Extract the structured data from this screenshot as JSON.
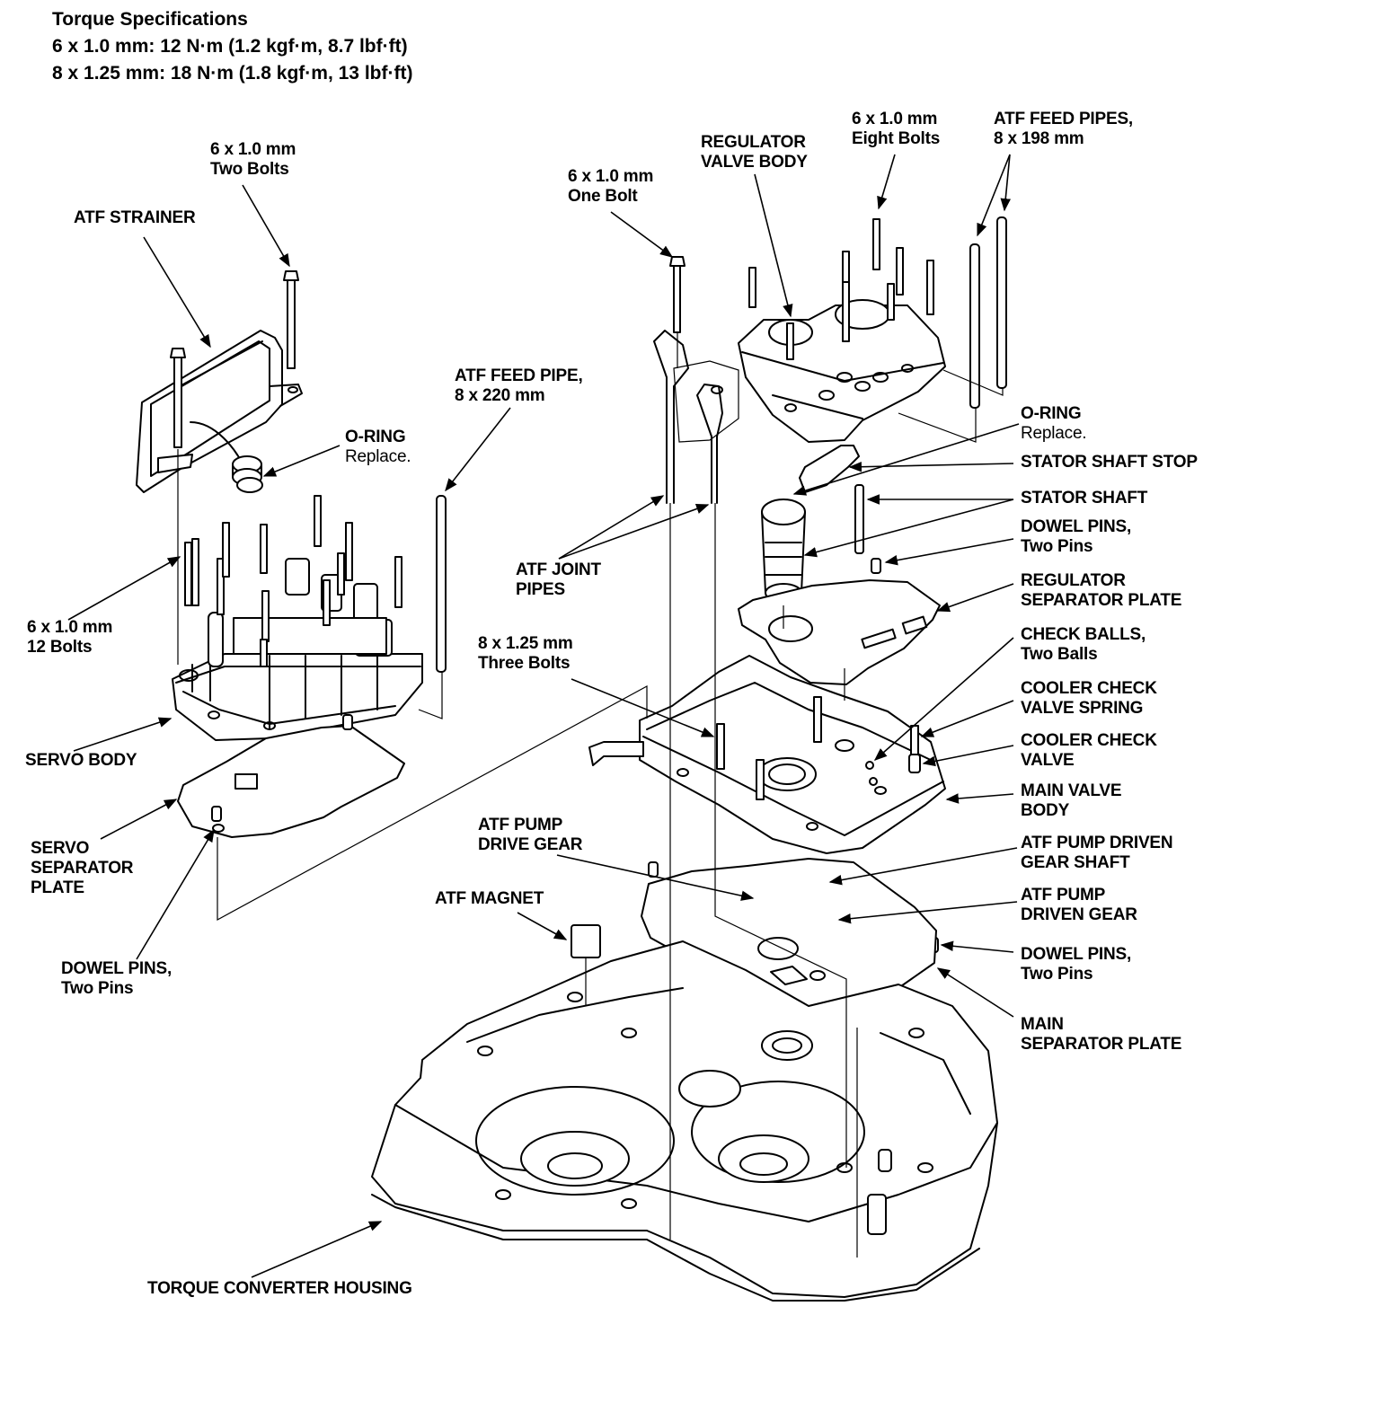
{
  "torque": {
    "title": "Torque Specifications",
    "line1": "6 x 1.0 mm: 12 N·m (1.2 kgf·m, 8.7 lbf·ft)",
    "line2": "8 x 1.25 mm: 18 N·m (1.8 kgf·m, 13 lbf·ft)"
  },
  "labels": {
    "two_bolts": [
      "6 x 1.0 mm",
      "Two Bolts"
    ],
    "atf_strainer": [
      "ATF STRAINER"
    ],
    "o_ring_left": [
      "O-RING",
      "Replace."
    ],
    "feed_pipe_220": [
      "ATF FEED PIPE,",
      "8 x 220 mm"
    ],
    "twelve_bolts": [
      "6 x 1.0 mm",
      "12 Bolts"
    ],
    "servo_body": [
      "SERVO BODY"
    ],
    "servo_separator_plate": [
      "SERVO",
      "SEPARATOR",
      "PLATE"
    ],
    "dowel_pins_left": [
      "DOWEL PINS,",
      "Two Pins"
    ],
    "one_bolt": [
      "6 x 1.0 mm",
      "One Bolt"
    ],
    "regulator_valve_body": [
      "REGULATOR",
      "VALVE BODY"
    ],
    "eight_bolts": [
      "6 x 1.0 mm",
      "Eight Bolts"
    ],
    "feed_pipes_198": [
      "ATF FEED PIPES,",
      "8 x 198 mm"
    ],
    "o_ring_right": [
      "O-RING",
      "Replace."
    ],
    "stator_shaft_stop": [
      "STATOR SHAFT STOP"
    ],
    "stator_shaft": [
      "STATOR SHAFT"
    ],
    "dowel_pins_upper": [
      "DOWEL PINS,",
      "Two Pins"
    ],
    "regulator_separator_plate": [
      "REGULATOR",
      "SEPARATOR PLATE"
    ],
    "atf_joint_pipes": [
      "ATF JOINT",
      "PIPES"
    ],
    "three_bolts": [
      "8 x 1.25 mm",
      "Three Bolts"
    ],
    "check_balls": [
      "CHECK BALLS,",
      "Two Balls"
    ],
    "cooler_check_valve_spring": [
      "COOLER CHECK",
      "VALVE SPRING"
    ],
    "cooler_check_valve": [
      "COOLER CHECK",
      "VALVE"
    ],
    "main_valve_body": [
      "MAIN VALVE",
      "BODY"
    ],
    "atf_pump_drive_gear": [
      "ATF PUMP",
      "DRIVE GEAR"
    ],
    "atf_pump_driven_gear_shaft": [
      "ATF PUMP DRIVEN",
      "GEAR SHAFT"
    ],
    "atf_magnet": [
      "ATF MAGNET"
    ],
    "atf_pump_driven_gear": [
      "ATF PUMP",
      "DRIVEN GEAR"
    ],
    "dowel_pins_lower": [
      "DOWEL PINS,",
      "Two Pins"
    ],
    "main_separator_plate": [
      "MAIN",
      "SEPARATOR PLATE"
    ],
    "torque_converter_housing": [
      "TORQUE CONVERTER HOUSING"
    ]
  },
  "colors": {
    "ink": "#000000",
    "paper": "#ffffff"
  }
}
